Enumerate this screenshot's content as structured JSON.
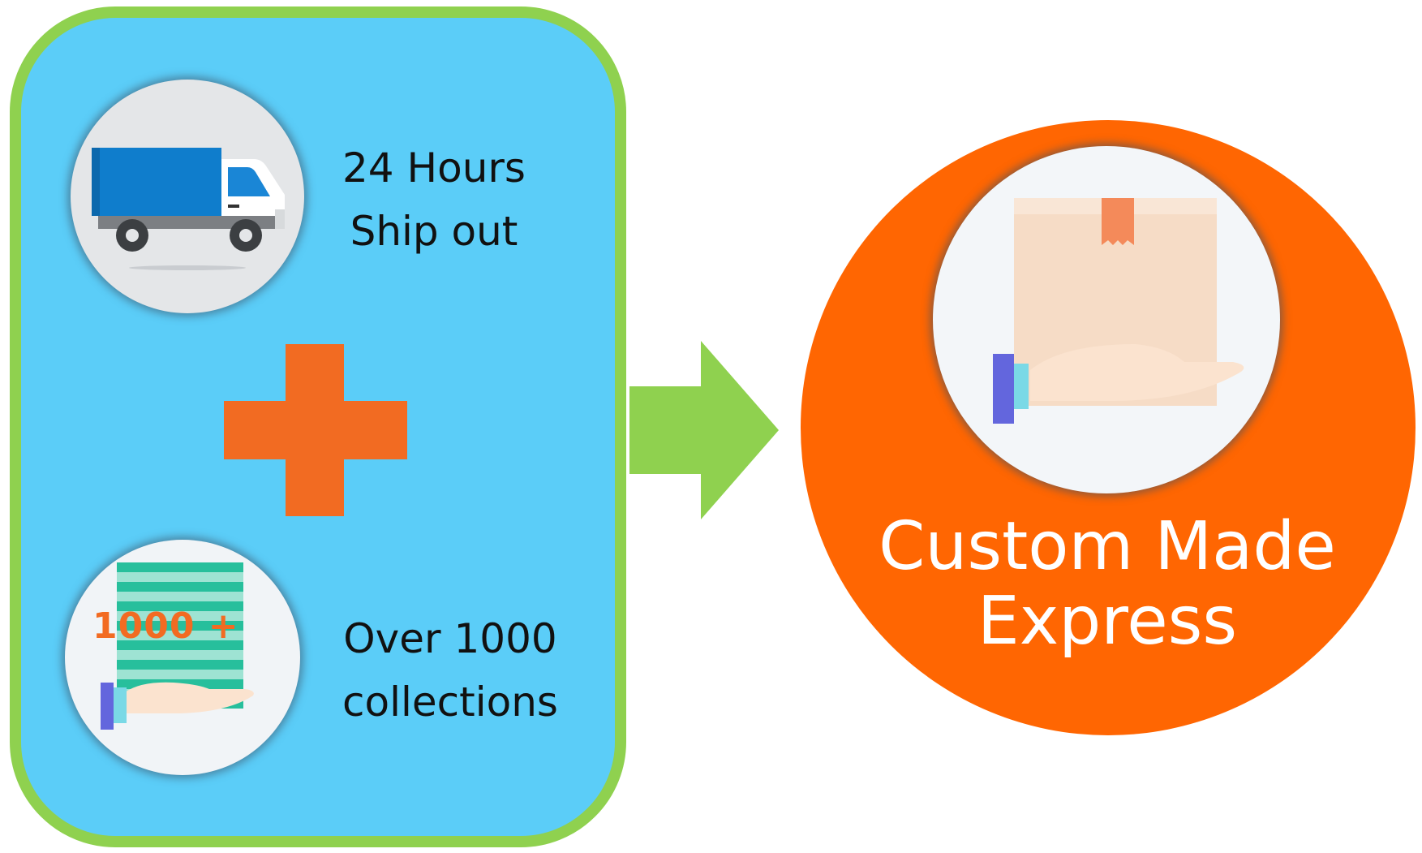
{
  "colors": {
    "panel_fill": "#5bcdf8",
    "panel_border": "#8fd14f",
    "plus": "#f26b22",
    "arrow": "#8fd14f",
    "result_circle": "#ff6602",
    "result_text": "#ffffff"
  },
  "left_panel": {
    "feature_shipping": {
      "icon": "delivery-truck-icon",
      "line1": "24 Hours",
      "line2": "Ship out"
    },
    "operator_icon": "plus-icon",
    "feature_collections": {
      "icon": "collections-in-hand-icon",
      "badge": "1000 +",
      "line1": "Over 1000",
      "line2": "collections"
    }
  },
  "connector_icon": "right-arrow-icon",
  "result": {
    "icon": "package-in-hand-icon",
    "line1": "Custom Made",
    "line2": "Express"
  }
}
